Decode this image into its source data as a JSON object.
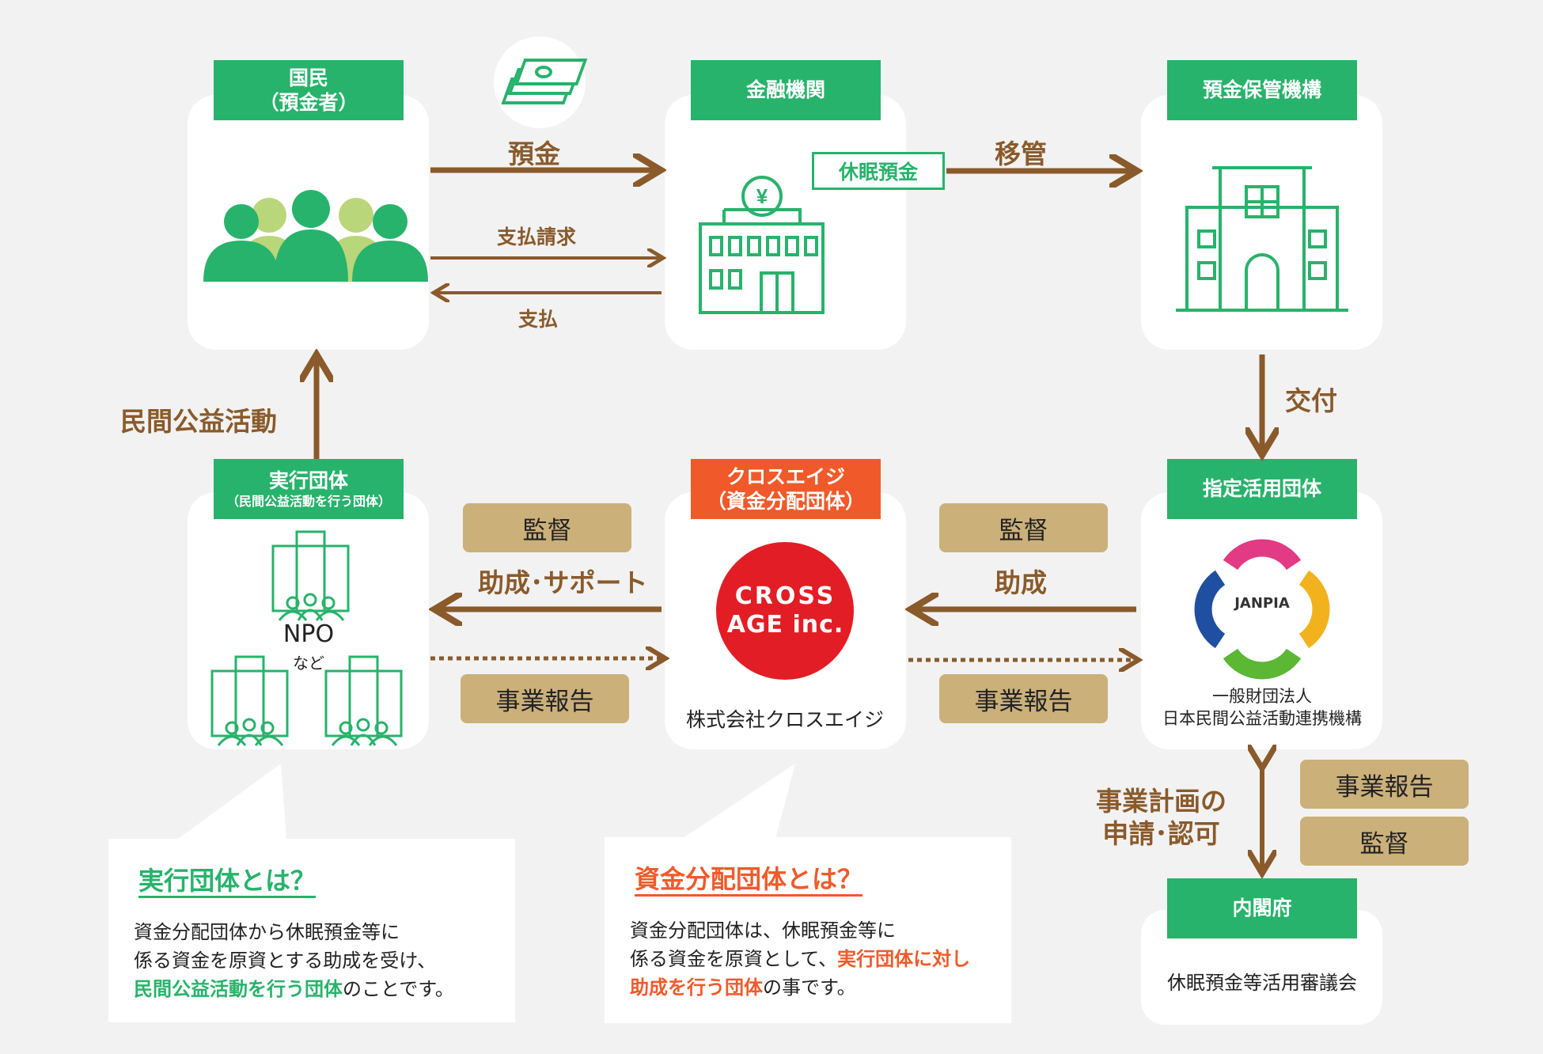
{
  "nodes": {
    "citizens": {
      "label_line1": "国民",
      "label_line2": "（預金者）"
    },
    "bank": {
      "label": "金融機関",
      "dormant_tag": "休眠預金"
    },
    "dic": {
      "label": "預金保管機構"
    },
    "designated": {
      "label": "指定活用団体",
      "org_line1": "一般財団法人",
      "org_line2": "日本民間公益活動連携機構",
      "logo_text": "JANPIA"
    },
    "distributor": {
      "label_line1": "クロスエイジ",
      "label_line2": "（資金分配団体）",
      "logo_line1": "CROSS",
      "logo_line2": "AGE inc.",
      "company": "株式会社クロスエイジ"
    },
    "executor": {
      "label_line1": "実行団体",
      "label_line2": "（民間公益活動を行う団体）",
      "npo": "NPO",
      "npo_sub": "など"
    },
    "cabinet": {
      "label": "内閣府",
      "council": "休眠預金等活用審議会"
    }
  },
  "flows": {
    "deposit": "預金",
    "payment_request": "支払請求",
    "payment": "支払",
    "transfer": "移管",
    "grant_issue": "交付",
    "grant": "助成",
    "grant_support": "助成･サポート",
    "public_activity": "民間公益活動",
    "plan_approval_line1": "事業計画の",
    "plan_approval_line2": "申請･認可"
  },
  "badges": {
    "supervision_left": "監督",
    "report_left": "事業報告",
    "supervision_right": "監督",
    "report_right": "事業報告",
    "report_cabinet": "事業報告",
    "supervision_cabinet": "監督"
  },
  "explain": {
    "executor": {
      "title": "実行団体とは？",
      "line1": "資金分配団体から休眠預金等に",
      "line2": "係る資金を原資とする助成を受け、",
      "line3_hl": "民間公益活動を行う団体",
      "line3_rest": "のことです。"
    },
    "distributor": {
      "title": "資金分配団体とは？",
      "line1": "資金分配団体は、休眠預金等に",
      "line2_pre": "係る資金を原資として、",
      "line2_hl": "実行団体に対し",
      "line3_hl": "助成を行う団体",
      "line3_rest": "の事です。"
    }
  },
  "colors": {
    "green": "#27b36b",
    "red": "#f05a2a",
    "brown": "#8a5a2b",
    "gold": "#cbb07a"
  }
}
